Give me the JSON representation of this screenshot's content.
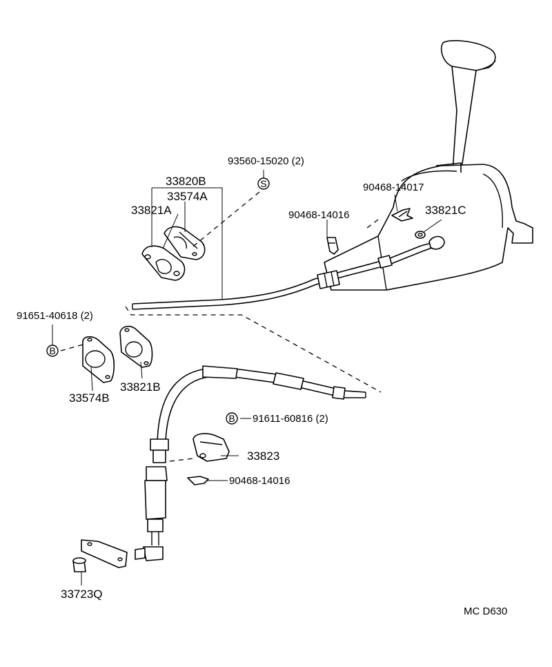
{
  "diagram": {
    "labels": {
      "p93560": "93560-15020 (2)",
      "p33820B": "33820B",
      "p33574A": "33574A",
      "p33821A": "33821A",
      "p90468_14017": "90468-14017",
      "p90468_14016_top": "90468-14016",
      "p33821C": "33821C",
      "p91651": "91651-40618 (2)",
      "p33574B": "33574B",
      "p33821B": "33821B",
      "p91611": "91611-60816 (2)",
      "p33823": "33823",
      "p90468_14016_bottom": "90468-14016",
      "p33723Q": "33723Q",
      "diagram_code": "MC  D630"
    },
    "markers": {
      "s": "S",
      "b1": "B",
      "b2": "B"
    }
  }
}
